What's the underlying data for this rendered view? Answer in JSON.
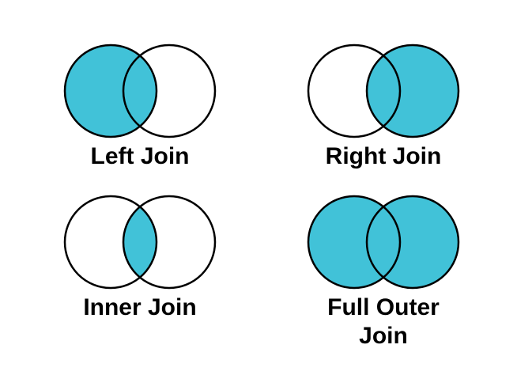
{
  "page": {
    "background": "#ffffff"
  },
  "colors": {
    "highlight_fill": "#41c2d8",
    "empty_fill": "#ffffff",
    "circle_stroke": "#000000",
    "label_color": "#000000"
  },
  "diagrams": [
    {
      "id": "left-join",
      "label": "Left Join",
      "highlight": "left"
    },
    {
      "id": "right-join",
      "label": "Right Join",
      "highlight": "right"
    },
    {
      "id": "inner-join",
      "label": "Inner Join",
      "highlight": "intersection"
    },
    {
      "id": "full-outer-join",
      "label": "Full Outer\nJoin",
      "highlight": "both"
    }
  ]
}
